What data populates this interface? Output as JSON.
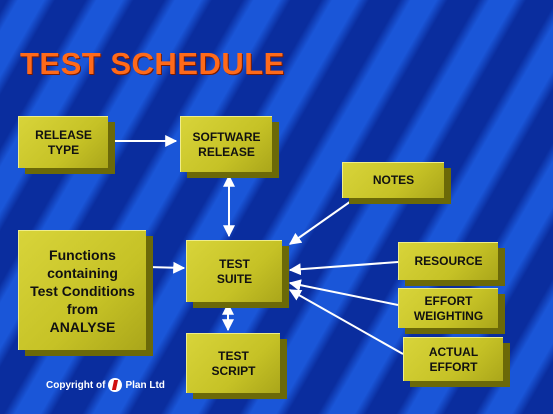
{
  "title": "TEST SCHEDULE",
  "boxes": {
    "release_type": "RELEASE\nTYPE",
    "software_release": "SOFTWARE\nRELEASE",
    "notes": "NOTES",
    "functions": "Functions\ncontaining\nTest Conditions\nfrom\nANALYSE",
    "test_suite": "TEST\nSUITE",
    "test_script": "TEST\nSCRIPT",
    "resource": "RESOURCE",
    "effort_weighting": "EFFORT\nWEIGHTING",
    "actual_effort": "ACTUAL\nEFFORT"
  },
  "footer": {
    "copyright_prefix": "Copyright of",
    "company": "Plan Ltd"
  },
  "colors": {
    "box": "#cfcb2e",
    "box_shadow": "#6b6908",
    "title": "#ff6a1a",
    "arrow": "#ffffff",
    "background": "#1a4fd0"
  }
}
